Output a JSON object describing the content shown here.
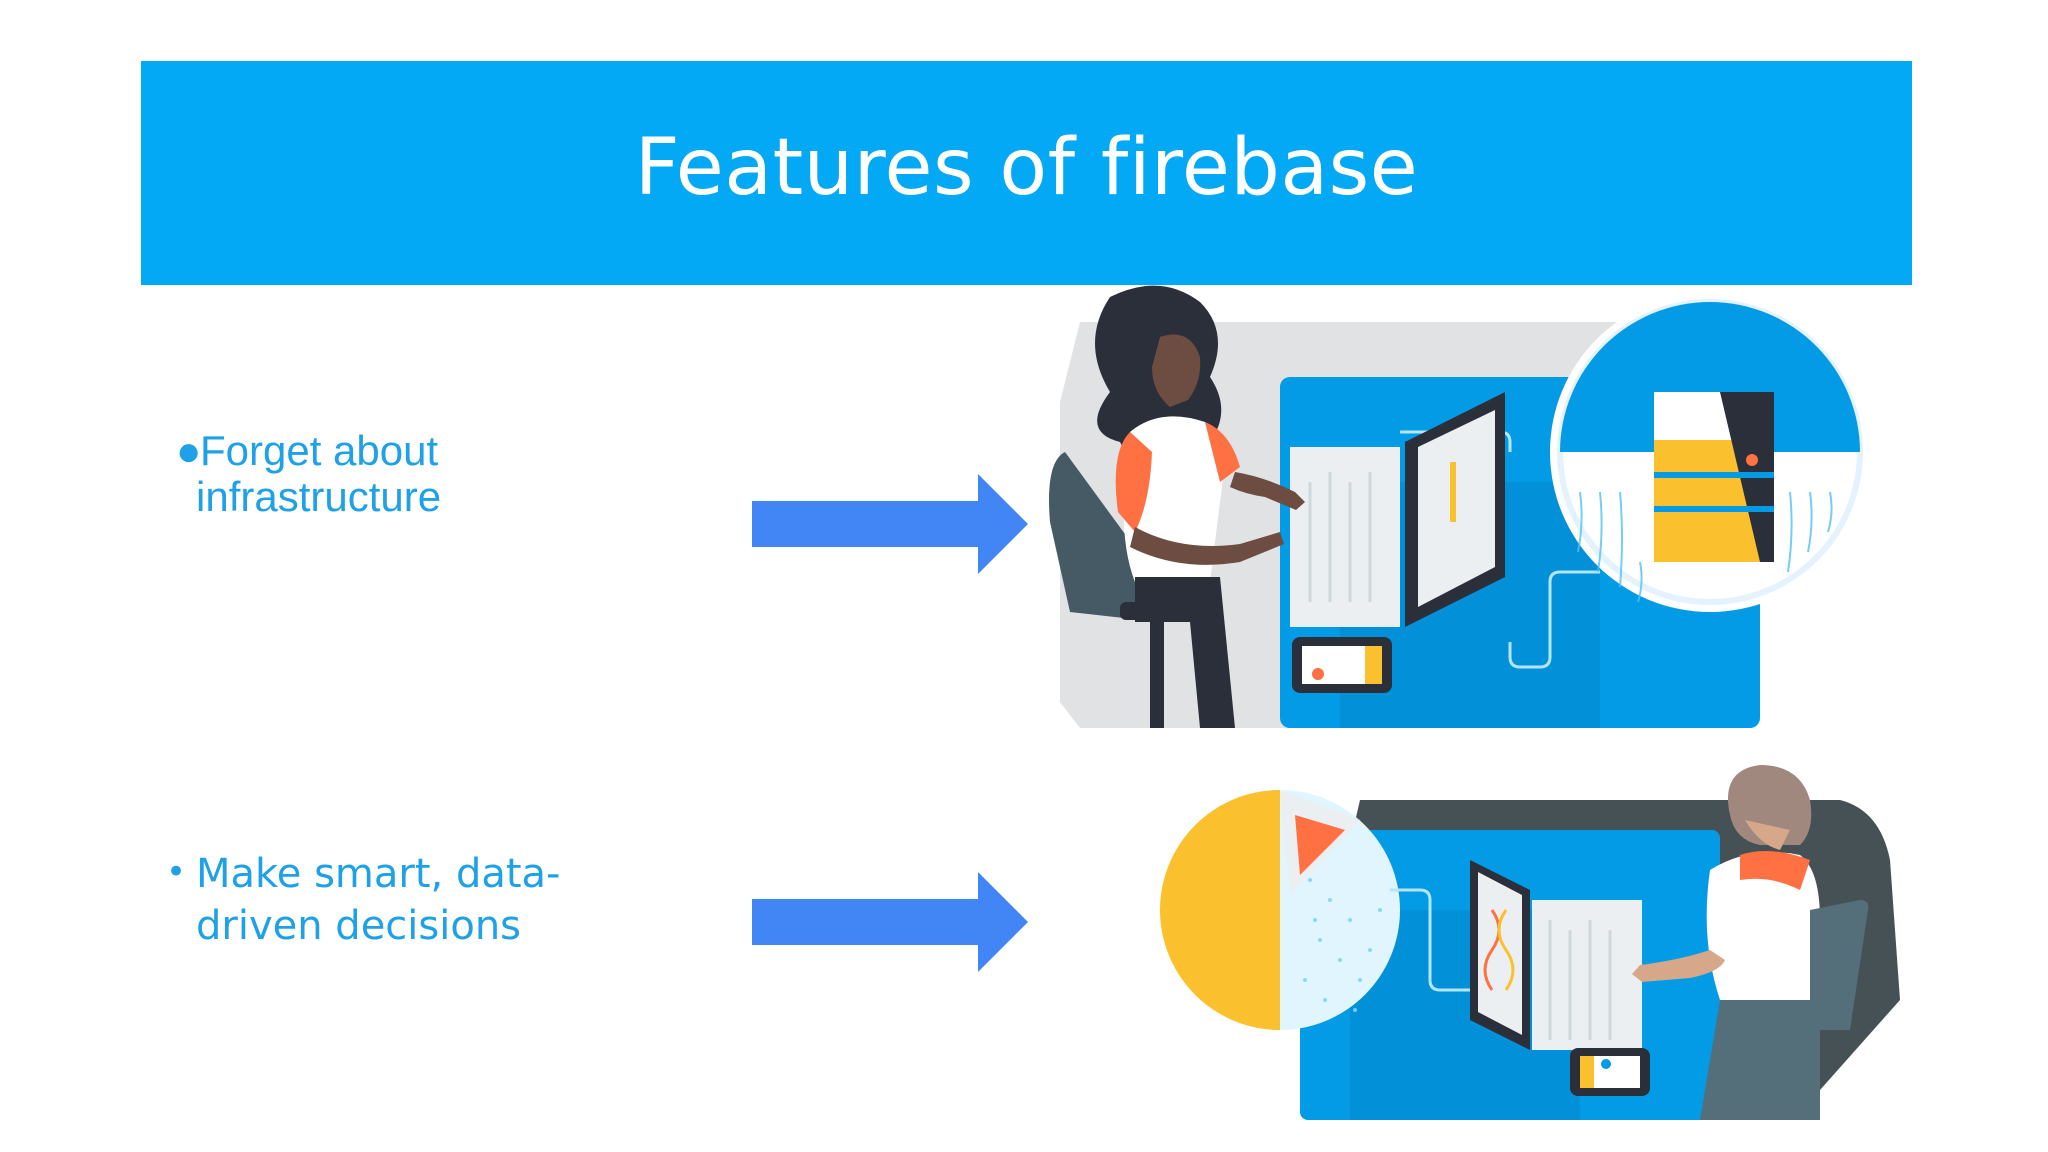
{
  "slide": {
    "title": "Features of firebase",
    "bullets": [
      {
        "marker": "●",
        "line1": "Forget about",
        "line2": "infrastructure"
      },
      {
        "marker": "•",
        "line1": "Make smart, data-",
        "line2": "driven decisions"
      }
    ]
  },
  "colors": {
    "header_blue": "#03a9f4",
    "bullet_text": "#1ea1e6",
    "arrow_blue": "#4285f4",
    "illus_blue": "#039be5",
    "illus_yellow": "#fbc02d",
    "illus_orange": "#ff7043",
    "illus_dark": "#2b2f3a"
  },
  "icons": {
    "arrow_1": "right-arrow-icon",
    "arrow_2": "right-arrow-icon",
    "illustration_1": "developer-at-computer-with-server-illustration",
    "illustration_2": "developer-with-analytics-pie-chart-illustration"
  }
}
